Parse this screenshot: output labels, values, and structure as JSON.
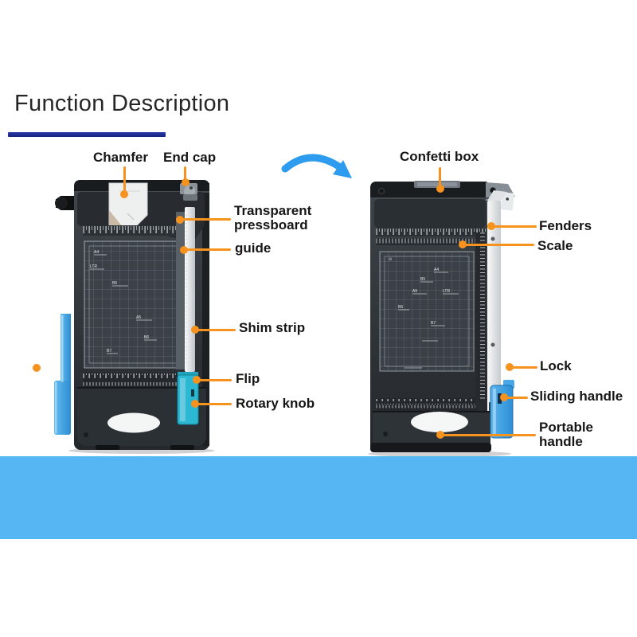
{
  "header": {
    "title": "Function Description"
  },
  "colors": {
    "title_underline": "#1c2a95",
    "callout_line": "#F6921E",
    "arrow": "#2D9CEE",
    "bottom_band": "#56b6f3",
    "rotary_knob_teal": "#2cb8d2",
    "sliding_handle_blue": "#45a7e6"
  },
  "callouts": {
    "chamfer": "Chamfer",
    "end_cap": "End cap",
    "pressboard": "Transparent pressboard",
    "guide": "guide",
    "shim_strip": "Shim strip",
    "flip": "Flip",
    "rotary_knob": "Rotary knob",
    "confetti_box": "Confetti box",
    "fenders": "Fenders",
    "scale": "Scale",
    "lock": "Lock",
    "sliding_handle": "Sliding handle",
    "portable_handle": "Portable handle"
  },
  "left_trimmer": {
    "size_marks": [
      "A4",
      "LTR",
      "B5",
      "A5",
      "B6",
      "B7"
    ]
  },
  "right_trimmer": {
    "size_marks": [
      "A4",
      "B5",
      "A5",
      "LTR",
      "B6",
      "B7"
    ]
  }
}
